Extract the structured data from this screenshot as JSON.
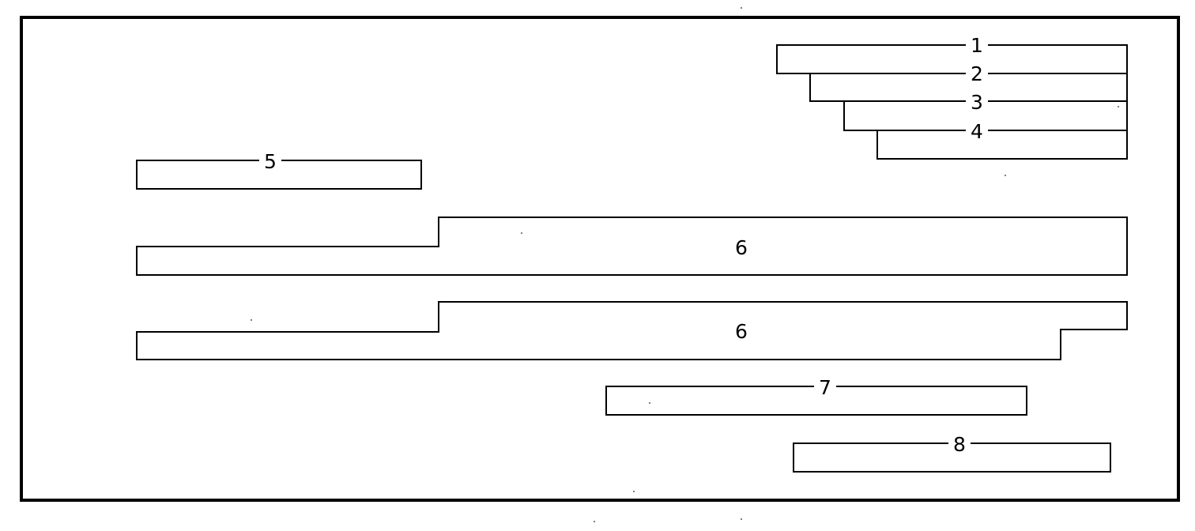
{
  "diagram": {
    "line_color": "#000000",
    "background_color": "#ffffff",
    "labels": {
      "l1": "1",
      "l2": "2",
      "l3": "3",
      "l4": "4",
      "l5": "5",
      "l6a": "6",
      "l6b": "6",
      "l7": "7",
      "l8": "8"
    }
  }
}
